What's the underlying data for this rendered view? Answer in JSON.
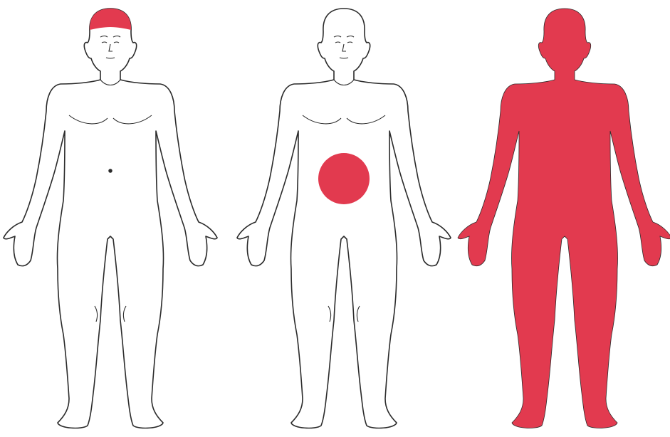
{
  "colors": {
    "highlight": "#e23a4f",
    "outline": "#2b2b2b",
    "skin": "#ffffff",
    "background": "#ffffff"
  },
  "figures": [
    {
      "id": "figure-head-highlight",
      "highlight_region": "head"
    },
    {
      "id": "figure-abdomen-highlight",
      "highlight_region": "abdomen"
    },
    {
      "id": "figure-full-body-highlight",
      "highlight_region": "whole body"
    }
  ]
}
